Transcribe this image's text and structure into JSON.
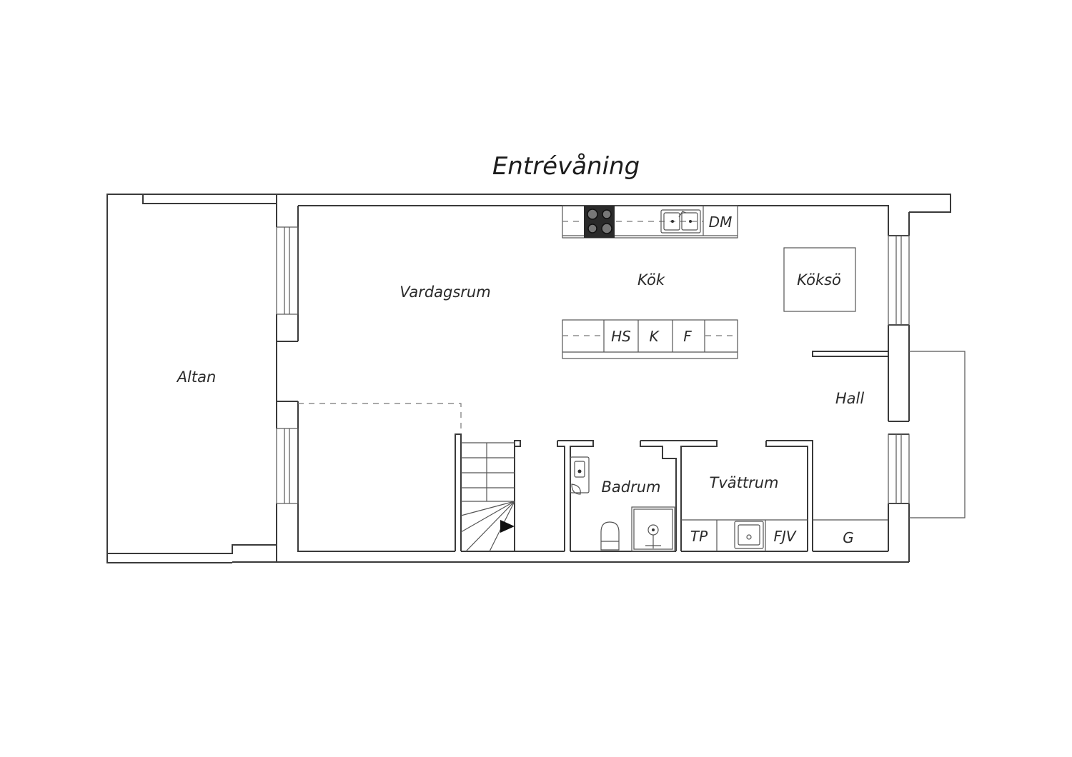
{
  "title": "Entrévåning",
  "rooms": {
    "altan": "Altan",
    "vardagsrum": "Vardagsrum",
    "kok": "Kök",
    "kokso": "Köksö",
    "hall": "Hall",
    "badrum": "Badrum",
    "tvattrum": "Tvättrum"
  },
  "fixtures": {
    "dm": "DM",
    "hs": "HS",
    "k": "K",
    "f": "F",
    "tp": "TP",
    "fjv": "FJV",
    "g": "G"
  },
  "icons": {
    "stove": "stove-icon",
    "sink": "sink-icon",
    "toilet": "toilet-icon",
    "shower": "shower-icon",
    "washbasin": "washbasin-icon",
    "stairs_arrow": "stairs-arrow-icon"
  }
}
